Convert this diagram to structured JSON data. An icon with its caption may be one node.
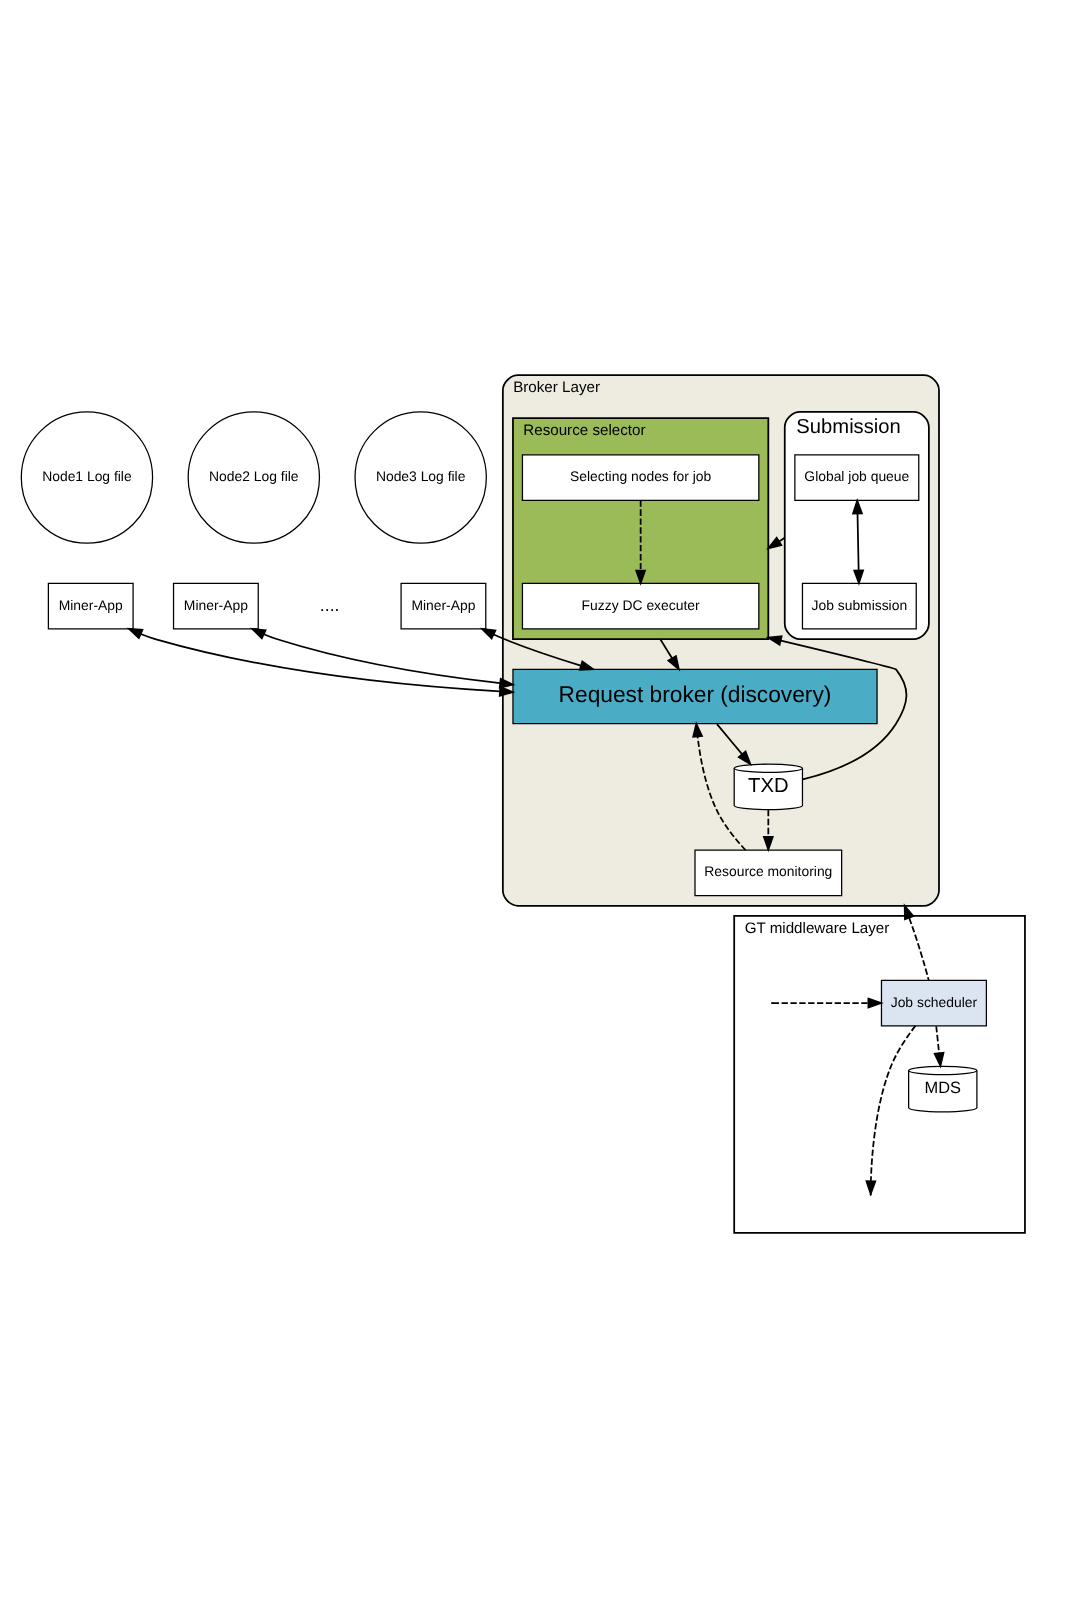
{
  "diagram": {
    "nodes": [
      {
        "text": [
          "Node1 Log file"
        ]
      },
      {
        "text": [
          "Node2 Log file"
        ]
      },
      {
        "text": [
          "Node3 Log file"
        ]
      },
      {
        "text": [
          "Miner-App"
        ]
      },
      {
        "text": [
          "Miner-App"
        ]
      },
      {
        "text": [
          "Miner-App"
        ]
      },
      {
        "text": [
          "Broker Layer"
        ]
      },
      {
        "text": [
          "Request broker (discovery)"
        ],
        "in": 6
      },
      {
        "text": [
          "TXD"
        ],
        "in": 6
      },
      {
        "text": [
          "Resource monitoring"
        ],
        "in": 6
      },
      {
        "text": [
          "Submission"
        ],
        "in": 6
      },
      {
        "text": [
          "Global job queue"
        ],
        "in": 10
      },
      {
        "text": [
          "Job submission"
        ],
        "in": 10
      },
      {
        "text": [
          "Resource selector"
        ],
        "in": 6
      },
      {
        "text": [
          "Fuzzy DC executer"
        ],
        "in": 13
      },
      {
        "text": [
          "Selecting nodes for job"
        ],
        "in": 13
      },
      {
        "text": [
          "GT middleware Layer"
        ]
      },
      {
        "text": [
          "MDS"
        ],
        "in": 16
      },
      {
        "text": [
          "Job scheduler"
        ],
        "in": 16
      }
    ],
    "edges": [
      {
        "from": 3,
        "to": 7,
        "arrow": "both"
      },
      {
        "from": 4,
        "to": 7,
        "arrow": "both"
      },
      {
        "from": 5,
        "to": 7,
        "arrow": "both"
      },
      {
        "from": 7,
        "to": 8,
        "arrow": "to"
      },
      {
        "from": 8,
        "to": 13,
        "arrow": "to"
      },
      {
        "from": 13,
        "to": 7,
        "arrow": "to"
      },
      {
        "from": 8,
        "to": 9,
        "arrow": "to",
        "style": "dashed"
      },
      {
        "from": 9,
        "to": 7,
        "arrow": "to",
        "style": "dashed"
      },
      {
        "from": 10,
        "to": 13,
        "arrow": "to",
        "style": "dashed"
      },
      {
        "from": 11,
        "to": 12,
        "arrow": "both"
      },
      {
        "from": 15,
        "to": 14,
        "arrow": "to",
        "style": "dashed"
      },
      {
        "from": 18,
        "to": 6,
        "arrow": "to",
        "style": "dashed"
      },
      {
        "from": 18,
        "to": 17,
        "arrow": "to",
        "style": "dashed"
      },
      {
        "from": 18,
        "to": null,
        "arrow": "to",
        "style": "dashed"
      },
      {
        "from": null,
        "to": 18,
        "arrow": "to",
        "style": "dashed"
      }
    ],
    "labels": [
      "...."
    ]
  }
}
